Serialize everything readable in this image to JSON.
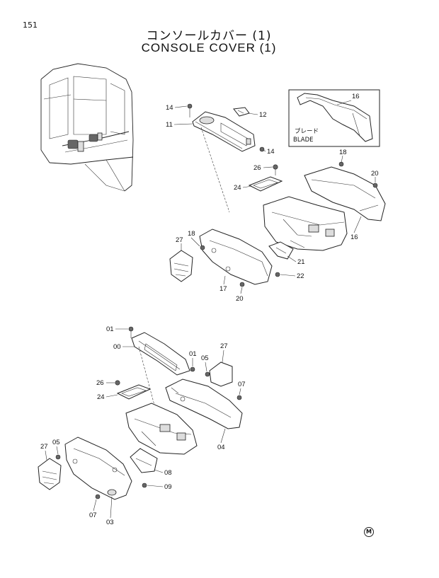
{
  "page_number": "151",
  "title_jp": "コンソールカバー (1)",
  "title_en": "CONSOLE COVER (1)",
  "inset": {
    "label_jp": "ブレード",
    "label_en": "BLADE",
    "part": "16"
  },
  "upper_callouts": [
    "14",
    "12",
    "11",
    "14",
    "18",
    "20",
    "26",
    "24",
    "16",
    "18",
    "27",
    "21",
    "22",
    "17",
    "20"
  ],
  "lower_callouts": [
    "01",
    "00",
    "01",
    "05",
    "27",
    "26",
    "24",
    "07",
    "04",
    "05",
    "27",
    "08",
    "09",
    "07",
    "03"
  ],
  "logo_mark": "M"
}
